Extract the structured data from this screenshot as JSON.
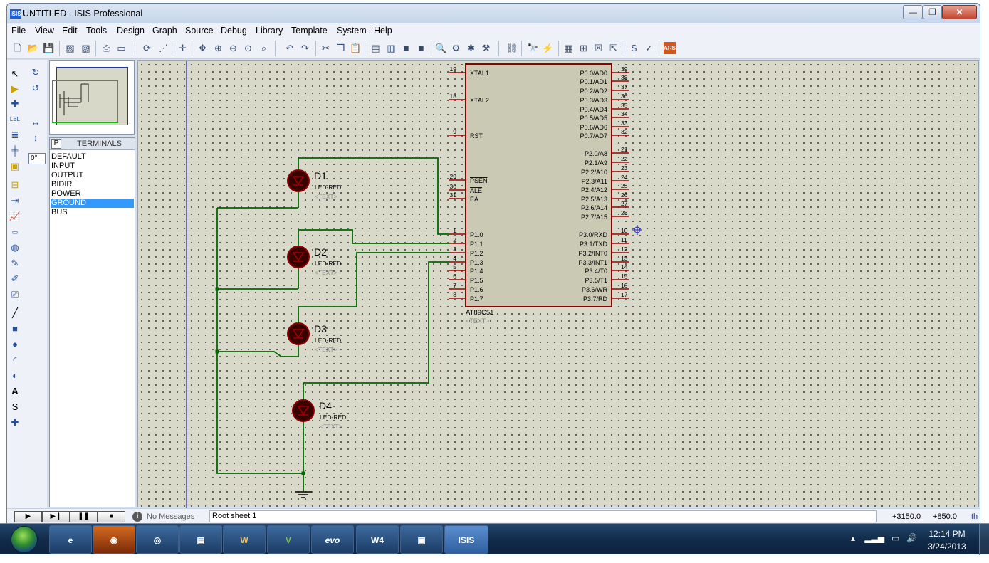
{
  "window": {
    "title": "UNTITLED - ISIS Professional",
    "app_icon": "ISIS",
    "min_glyph": "—",
    "max_glyph": "❐",
    "close_glyph": "✕"
  },
  "menu": [
    "File",
    "View",
    "Edit",
    "Tools",
    "Design",
    "Graph",
    "Source",
    "Debug",
    "Library",
    "Template",
    "System",
    "Help"
  ],
  "left_toolbar": {
    "angle": "0°"
  },
  "selector": {
    "mode": "P",
    "title": "TERMINALS",
    "items": [
      "DEFAULT",
      "INPUT",
      "OUTPUT",
      "BIDIR",
      "POWER",
      "GROUND",
      "BUS"
    ],
    "selected": "GROUND"
  },
  "schematic": {
    "chip": {
      "name": "AT89C51",
      "text": "<TEXT>",
      "left_pins": [
        {
          "num": "19",
          "label": "XTAL1"
        },
        {
          "num": "18",
          "label": "XTAL2"
        },
        {
          "num": "9",
          "label": "RST"
        },
        {
          "num": "29",
          "label": "PSEN"
        },
        {
          "num": "30",
          "label": "ALE"
        },
        {
          "num": "31",
          "label": "EA"
        },
        {
          "num": "1",
          "label": "P1.0"
        },
        {
          "num": "2",
          "label": "P1.1"
        },
        {
          "num": "3",
          "label": "P1.2"
        },
        {
          "num": "4",
          "label": "P1.3"
        },
        {
          "num": "5",
          "label": "P1.4"
        },
        {
          "num": "6",
          "label": "P1.5"
        },
        {
          "num": "7",
          "label": "P1.6"
        },
        {
          "num": "8",
          "label": "P1.7"
        }
      ],
      "right_pins": [
        {
          "num": "39",
          "label": "P0.0/AD0"
        },
        {
          "num": "38",
          "label": "P0.1/AD1"
        },
        {
          "num": "37",
          "label": "P0.2/AD2"
        },
        {
          "num": "36",
          "label": "P0.3/AD3"
        },
        {
          "num": "35",
          "label": "P0.4/AD4"
        },
        {
          "num": "34",
          "label": "P0.5/AD5"
        },
        {
          "num": "33",
          "label": "P0.6/AD6"
        },
        {
          "num": "32",
          "label": "P0.7/AD7"
        },
        {
          "num": "21",
          "label": "P2.0/A8"
        },
        {
          "num": "22",
          "label": "P2.1/A9"
        },
        {
          "num": "23",
          "label": "P2.2/A10"
        },
        {
          "num": "24",
          "label": "P2.3/A11"
        },
        {
          "num": "25",
          "label": "P2.4/A12"
        },
        {
          "num": "26",
          "label": "P2.5/A13"
        },
        {
          "num": "27",
          "label": "P2.6/A14"
        },
        {
          "num": "28",
          "label": "P2.7/A15"
        },
        {
          "num": "10",
          "label": "P3.0/RXD"
        },
        {
          "num": "11",
          "label": "P3.1/TXD"
        },
        {
          "num": "12",
          "label": "P3.2/INT0"
        },
        {
          "num": "13",
          "label": "P3.3/INT1"
        },
        {
          "num": "14",
          "label": "P3.4/T0"
        },
        {
          "num": "15",
          "label": "P3.5/T1"
        },
        {
          "num": "16",
          "label": "P3.6/WR"
        },
        {
          "num": "17",
          "label": "P3.7/RD"
        }
      ]
    },
    "leds": [
      {
        "ref": "D1",
        "value": "LED-RED",
        "text": "<TEXT>"
      },
      {
        "ref": "D2",
        "value": "LED-RED",
        "text": "<TEXT>"
      },
      {
        "ref": "D3",
        "value": "LED-RED",
        "text": "<TEXT>"
      },
      {
        "ref": "D4",
        "value": "LED-RED",
        "text": "<TEXT>"
      }
    ],
    "colors": {
      "wire": "#006600",
      "component": "#8b0000",
      "pin": "#a00000",
      "text": "#000080",
      "sheet_border": "#0000b0"
    }
  },
  "status": {
    "messages": "No Messages",
    "sheet": "Root sheet 1",
    "x": "+3150.0",
    "y": "+850.0",
    "units": "th"
  },
  "playback": [
    "play",
    "step",
    "pause",
    "stop"
  ],
  "taskbar": {
    "apps": [
      {
        "name": "internet-explorer",
        "glyph": "e"
      },
      {
        "name": "firefox",
        "glyph": "◉"
      },
      {
        "name": "chrome",
        "glyph": "◎"
      },
      {
        "name": "file-explorer",
        "glyph": "▤"
      },
      {
        "name": "word",
        "glyph": "W"
      },
      {
        "name": "keil",
        "glyph": "V"
      },
      {
        "name": "evo",
        "glyph": "evo"
      },
      {
        "name": "flash-magic",
        "glyph": "W4"
      },
      {
        "name": "picture-viewer",
        "glyph": "▣"
      },
      {
        "name": "isis",
        "glyph": "ISIS"
      }
    ],
    "time": "12:14 PM",
    "date": "3/24/2013"
  }
}
